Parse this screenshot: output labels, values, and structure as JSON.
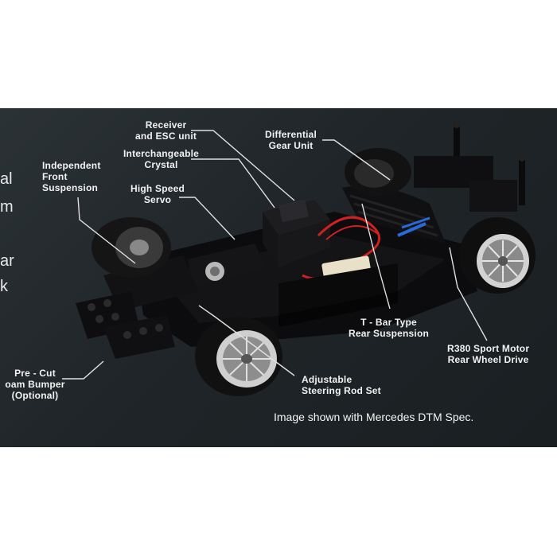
{
  "callouts": {
    "receiver": "Receiver\nand ESC unit",
    "crystal": "Interchangeable\nCrystal",
    "servo": "High Speed\nServo",
    "suspension_front": "Independent\nFront\nSuspension",
    "differential": "Differential\nGear Unit",
    "rear_suspension": "T - Bar Type\nRear Suspension",
    "motor": "R380 Sport Motor\nRear Wheel Drive",
    "steering": "Adjustable\nSteering Rod Set",
    "bumper": "Pre - Cut\noam Bumper\n(Optional)"
  },
  "side_fragments": [
    "al",
    "m",
    "ar",
    "k"
  ],
  "caption": "Image shown with Mercedes DTM Spec.",
  "colors": {
    "background": "#1f2528",
    "text": "#f2f2f2",
    "wire_red": "#d02020",
    "wire_blue": "#2a6ad8"
  }
}
